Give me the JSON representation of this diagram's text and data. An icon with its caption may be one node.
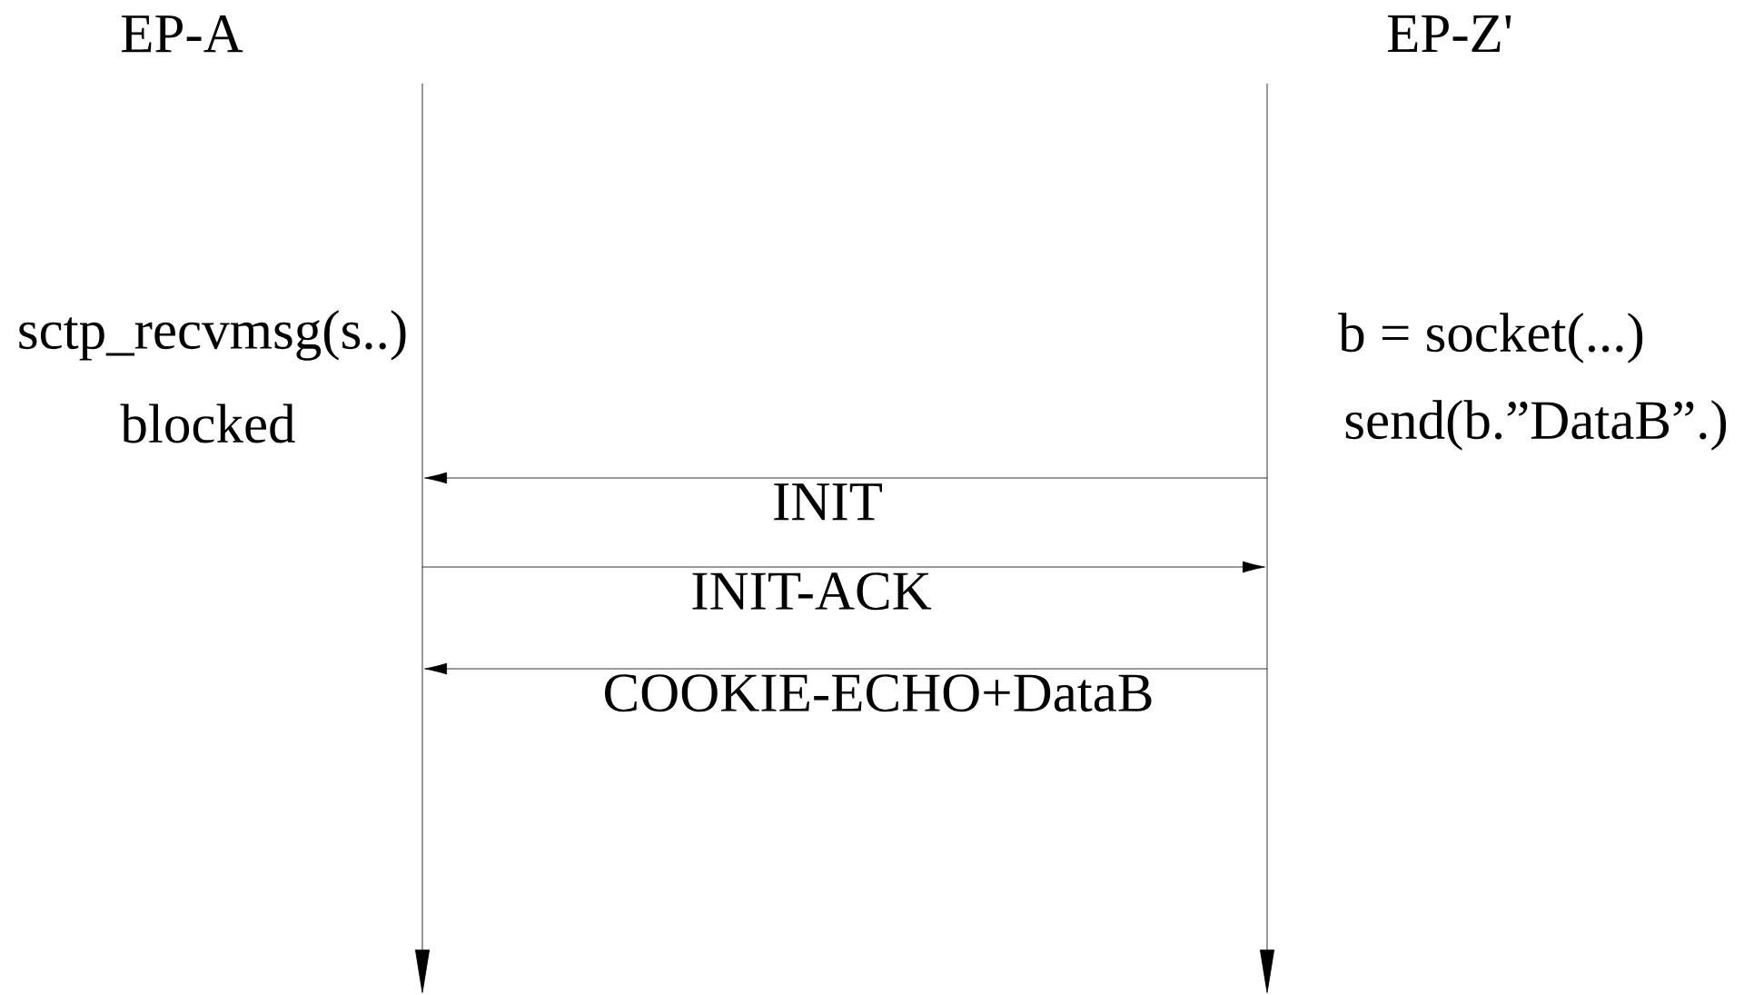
{
  "diagram": {
    "nodes": [
      {
        "text": [
          "EP-A"
        ]
      },
      {
        "text": [
          "EP-Z'"
        ]
      }
    ],
    "edges": [
      {
        "from": 1,
        "to": 0,
        "arrow": "to",
        "label": "INIT"
      },
      {
        "from": 0,
        "to": 1,
        "arrow": "to",
        "label": "INIT-ACK"
      },
      {
        "from": 1,
        "to": 0,
        "arrow": "to",
        "label": "COOKIE-ECHO+DataB"
      }
    ],
    "labels": [
      "sctp_recvmsg(s..)",
      "b = socket(...)",
      "blocked",
      "send(b.”DataB”.)"
    ]
  }
}
